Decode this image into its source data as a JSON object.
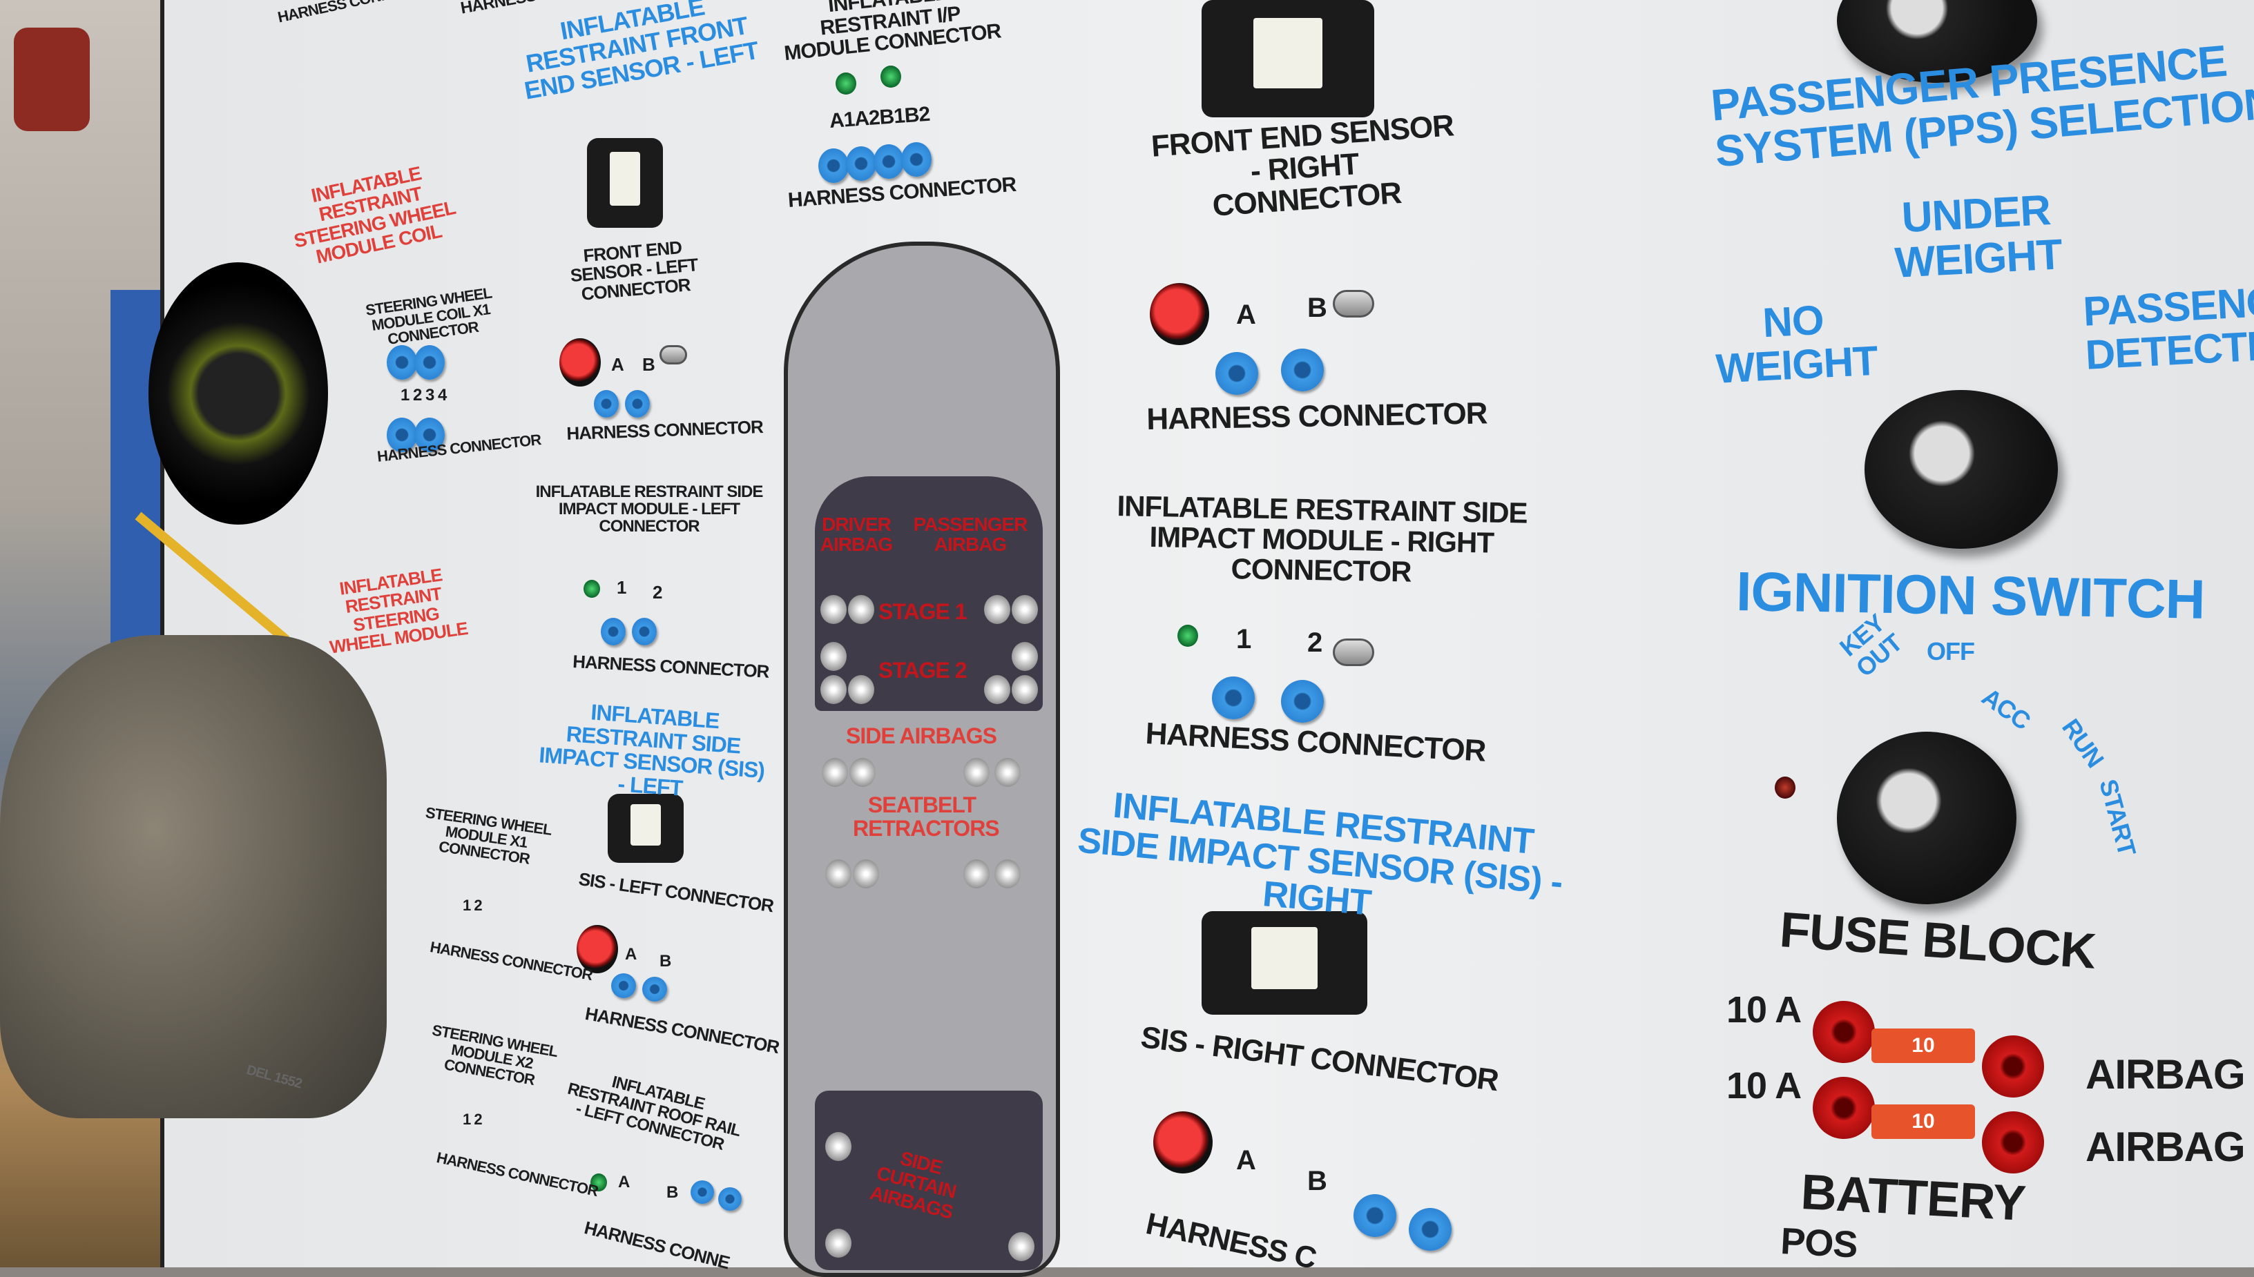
{
  "colors": {
    "panel": "#eceeef",
    "label_blue": "#2b8de0",
    "label_red": "#e0403a",
    "jack_blue": "#2d86d6",
    "fuse": "#e7542c"
  },
  "left": {
    "harness_top_a": "HARNESS CONNECTOR",
    "harness_top_b": "HARNESS CONNECTOR",
    "coil_title": "INFLATABLE RESTRAINT STEERING WHEEL MODULE COIL",
    "coil_x1": "STEERING WHEEL MODULE COIL X1 CONNECTOR",
    "coil_pins": "1 2 3 4",
    "coil_harness": "HARNESS CONNECTOR",
    "swm_title": "INFLATABLE RESTRAINT STEERING WHEEL MODULE",
    "swm_x1": "STEERING WHEEL MODULE X1 CONNECTOR",
    "swm_x1_pins": "1  2",
    "swm_x1_harness": "HARNESS CONNECTOR",
    "swm_x2": "STEERING WHEEL MODULE X2 CONNECTOR",
    "swm_x2_pins": "1  2",
    "swm_x2_harness": "HARNESS CONNECTOR",
    "model": "DEL 1552"
  },
  "center_left": {
    "fes_title": "INFLATABLE RESTRAINT FRONT END SENSOR - LEFT",
    "fes_conn": "FRONT END SENSOR - LEFT CONNECTOR",
    "fes_a": "A",
    "fes_b": "B",
    "fes_harness": "HARNESS CONNECTOR",
    "sim_conn": "INFLATABLE RESTRAINT SIDE IMPACT MODULE - LEFT CONNECTOR",
    "sim_1": "1",
    "sim_2": "2",
    "sim_harness": "HARNESS CONNECTOR",
    "sis_title": "INFLATABLE RESTRAINT SIDE IMPACT SENSOR (SIS) - LEFT",
    "sis_conn": "SIS - LEFT CONNECTOR",
    "sis_a": "A",
    "sis_b": "B",
    "sis_harness": "HARNESS CONNECTOR",
    "roof_conn": "INFLATABLE RESTRAINT ROOF RAIL - LEFT CONNECTOR",
    "roof_a": "A",
    "roof_b": "B",
    "roof_harness": "HARNESS CONNE"
  },
  "car": {
    "ip_title": "INFLATABLE RESTRAINT I/P MODULE CONNECTOR",
    "ip_pins": "A1A2B1B2",
    "ip_harness": "HARNESS CONNECTOR",
    "driver": "DRIVER AIRBAG",
    "passenger": "PASSENGER AIRBAG",
    "stage1": "STAGE 1",
    "stage2": "STAGE 2",
    "side": "SIDE AIRBAGS",
    "seatbelt": "SEATBELT RETRACTORS",
    "curtain": "SIDE CURTAIN AIRBAGS"
  },
  "center_right": {
    "fes_conn": "FRONT END SENSOR - RIGHT CONNECTOR",
    "fes_a": "A",
    "fes_b": "B",
    "fes_harness": "HARNESS CONNECTOR",
    "sim_conn": "INFLATABLE RESTRAINT SIDE IMPACT MODULE - RIGHT CONNECTOR",
    "sim_1": "1",
    "sim_2": "2",
    "sim_harness": "HARNESS CONNECTOR",
    "sis_title": "INFLATABLE RESTRAINT SIDE IMPACT SENSOR (SIS) - RIGHT",
    "sis_conn": "SIS - RIGHT CONNECTOR",
    "sis_a": "A",
    "sis_b": "B",
    "sis_harness": "HARNESS C"
  },
  "right": {
    "pps_title": "PASSENGER PRESENCE SYSTEM (PPS) SELECTION",
    "pps_under": "UNDER WEIGHT",
    "pps_no": "NO WEIGHT",
    "pps_detected": "PASSENGER DETECTED",
    "ign_title": "IGNITION SWITCH",
    "ign_keyout": "KEY OUT",
    "ign_off": "OFF",
    "ign_acc": "ACC",
    "ign_run": "RUN",
    "ign_start": "START",
    "fuse_title": "FUSE BLOCK",
    "fuse1_rating": "10 A",
    "fuse1_value": "10",
    "fuse1_label": "AIRBAG",
    "fuse2_rating": "10 A",
    "fuse2_value": "10",
    "fuse2_label": "AIRBAG",
    "battery": "BATTERY",
    "battery_pos": "POS"
  }
}
